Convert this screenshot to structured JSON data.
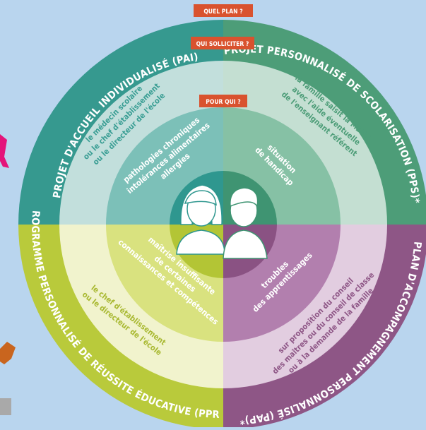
{
  "questions": {
    "plan": "QUEL PLAN ?",
    "solliciter": "QUI SOLLICITER ?",
    "pour_qui": "POUR QUI ?"
  },
  "plans": {
    "pai": "PROJET D'ACCUEIL INDIVIDUALISÉ (PAI)",
    "pps": "PROJET PERSONNALISÉ DE SCOLARISATION (PPS)*",
    "pap": "PLAN D'ACCOMPAGNEMENT PERSONNALISÉ (PAP)*",
    "ppre": "PROGRAMME PERSONNALISÉ DE RÉUSSITE ÉDUCATIVE (PPRE)"
  },
  "who_to_contact": {
    "pai": [
      "le médecin scolaire",
      "ou le chef d'établissement",
      "ou le directeur de l'école"
    ],
    "pps": [
      "la famille saisit la MDPH",
      "avec l'aide éventuelle",
      "de l'enseignant référent"
    ],
    "pap": [
      "sur proposition du conseil",
      "des maîtres ou du conseil de classe",
      "ou à la demande de la famille"
    ],
    "ppre": [
      "le chef d'établissement",
      "ou le directeur de l'école"
    ]
  },
  "for_whom": {
    "pai": [
      "pathologies chroniques",
      "intolérances alimentaires",
      "allergies"
    ],
    "pps": [
      "situation",
      "de handicap"
    ],
    "pap": [
      "troubles",
      "des apprentissages"
    ],
    "ppre": [
      "maîtrise insuffisante",
      "de certaines",
      "connaissances et compétences"
    ]
  },
  "colors": {
    "background": "#b9d5ee",
    "pai": "#36998f",
    "pps": "#4d9d78",
    "pap": "#8e5686",
    "ppre": "#b9ca3b",
    "label": "#d9522e"
  },
  "icons": [
    "girl-avatar-icon",
    "boy-avatar-icon"
  ]
}
